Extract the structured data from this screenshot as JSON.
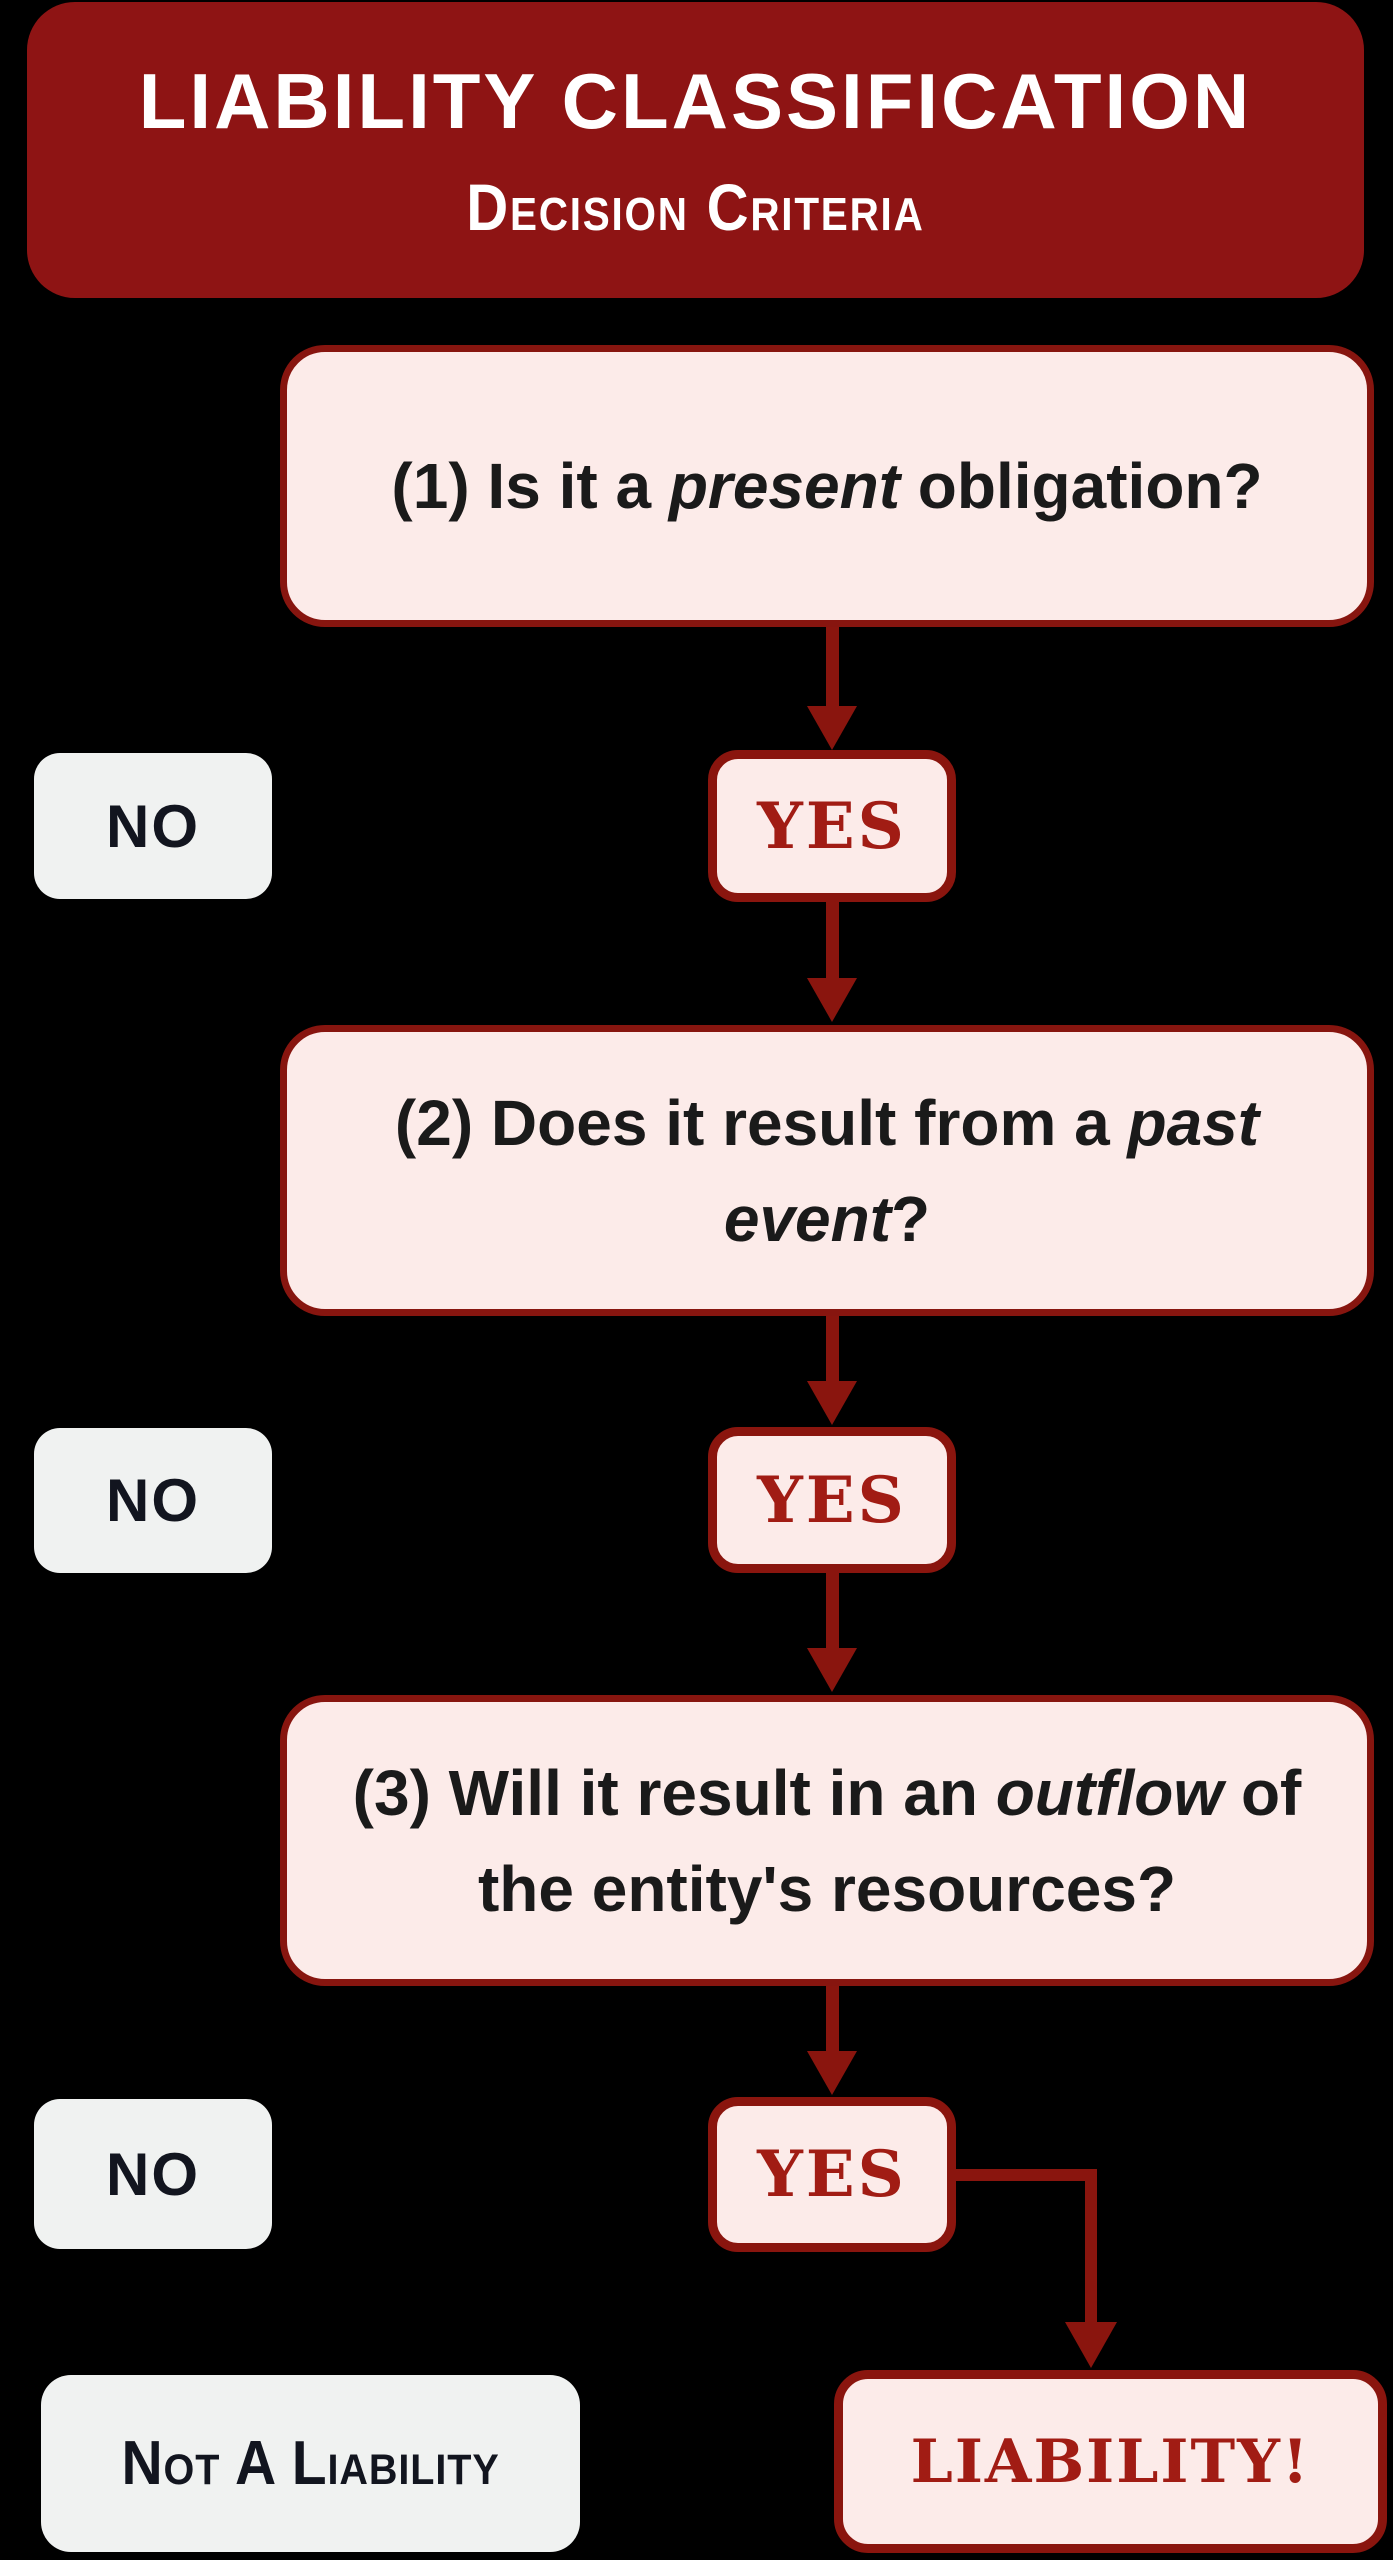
{
  "title_banner": {
    "title": "LIABILITY CLASSIFICATION",
    "subtitle": "Decision Criteria"
  },
  "questions": [
    {
      "prefix": "(1) Is it a ",
      "italic": "present",
      "suffix": " obligation?"
    },
    {
      "prefix": "(2) Does it result from a ",
      "italic": "past\nevent",
      "suffix": "?"
    },
    {
      "prefix": "(3) Will it result in an ",
      "italic": "outflow",
      "suffix": " of\nthe entity's resources?"
    }
  ],
  "labels": {
    "yes": "YES",
    "no": "NO"
  },
  "outcomes": {
    "negative": "Not A Liability",
    "positive": "LIABILITY!"
  },
  "colors": {
    "background": "#000000",
    "banner": "#8E1414",
    "banner_text": "#FFFFFF",
    "node_fill": "#FCEBE9",
    "node_border": "#87150F",
    "arrow": "#8A150E",
    "yes_text": "#A11C14",
    "neutral_fill": "#F0F2F1",
    "neutral_text": "#12151F",
    "question_text": "#1A1A1A"
  }
}
